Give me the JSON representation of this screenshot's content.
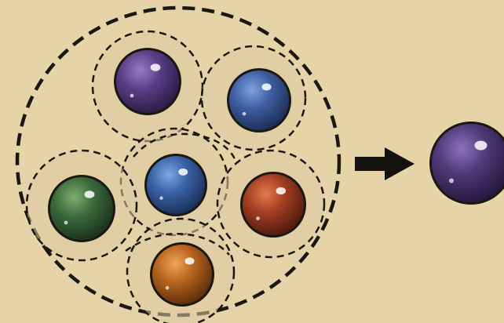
{
  "colors": {
    "parchment": "#e6d3a8",
    "parchment_dark": "#d8c392",
    "ink": "#1b1713",
    "subcircle_fill": "#dccaa0"
  },
  "marbles": [
    {
      "name": "marble-purple-top",
      "color": "purple",
      "base": "#5a3e86",
      "light": "#9a7cc6",
      "dark": "#2c1d47"
    },
    {
      "name": "marble-blue-top-right",
      "color": "blue",
      "base": "#3f5fa3",
      "light": "#7ea2e0",
      "dark": "#1e2f57"
    },
    {
      "name": "marble-blue-center",
      "color": "blue",
      "base": "#3a62a7",
      "light": "#7fa8e6",
      "dark": "#1b315a"
    },
    {
      "name": "marble-green-left",
      "color": "green",
      "base": "#3c6a3c",
      "light": "#7fae6c",
      "dark": "#1c341d"
    },
    {
      "name": "marble-red-right",
      "color": "red",
      "base": "#a43e22",
      "light": "#e27a4c",
      "dark": "#521b0e"
    },
    {
      "name": "marble-orange-bottom",
      "color": "orange",
      "base": "#b7641e",
      "light": "#f0a65a",
      "dark": "#5f300b"
    }
  ],
  "result": {
    "arrow_icon": "arrow-right-icon",
    "marble": {
      "name": "result-marble-purple",
      "color": "purple",
      "base": "#4f3a78",
      "light": "#8d72bd",
      "dark": "#25183e"
    }
  }
}
